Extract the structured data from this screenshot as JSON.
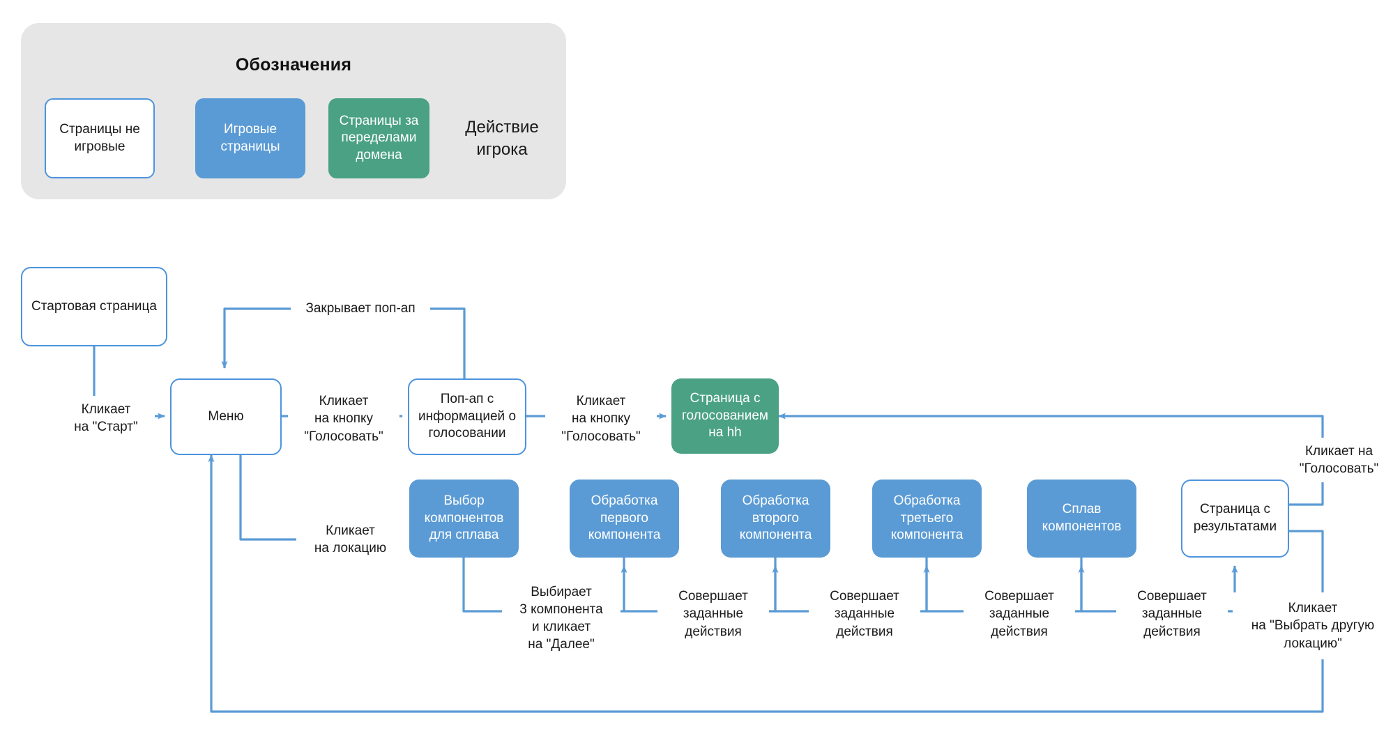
{
  "legend": {
    "title": "Обозначения",
    "items": [
      {
        "label": "Страницы не\nигровые",
        "style": "white"
      },
      {
        "label": "Игровые\nстраницы",
        "style": "blue"
      },
      {
        "label": "Страницы за\nпеределами\nдомена",
        "style": "green"
      },
      {
        "label": "Действие\nигрока",
        "style": "plain"
      }
    ]
  },
  "colors": {
    "blue_fill": "#5B9BD5",
    "blue_stroke": "#4D94DD",
    "green_fill": "#4AA183",
    "legend_bg": "#e6e6e6",
    "text": "#1a1a1a",
    "page_bg": "#ffffff"
  },
  "flow": {
    "nodes": [
      {
        "id": "start",
        "label": "Стартовая\nстраница",
        "style": "white"
      },
      {
        "id": "menu",
        "label": "Меню",
        "style": "white"
      },
      {
        "id": "popup",
        "label": "Поп-ап с\nинформацией о\nголосовании",
        "style": "white"
      },
      {
        "id": "hh",
        "label": "Страница с\nголосованием\nна hh",
        "style": "green"
      },
      {
        "id": "select",
        "label": "Выбор\nкомпонентов\nдля сплава",
        "style": "blue"
      },
      {
        "id": "comp1",
        "label": "Обработка\nпервого\nкомпонента",
        "style": "blue"
      },
      {
        "id": "comp2",
        "label": "Обработка\nвторого\nкомпонента",
        "style": "blue"
      },
      {
        "id": "comp3",
        "label": "Обработка\nтретьего\nкомпонента",
        "style": "blue"
      },
      {
        "id": "alloy",
        "label": "Сплав\nкомпонентов",
        "style": "blue"
      },
      {
        "id": "results",
        "label": "Страница с\nрезультатами",
        "style": "white"
      }
    ],
    "edge_labels": [
      {
        "id": "e-start-menu",
        "label": "Кликает\nна \"Старт\""
      },
      {
        "id": "e-menu-popup",
        "label": "Кликает\nна кнопку\n\"Голосовать\""
      },
      {
        "id": "e-popup-menu",
        "label": "Закрывает поп-ап"
      },
      {
        "id": "e-popup-hh",
        "label": "Кликает\nна кнопку\n\"Голосовать\""
      },
      {
        "id": "e-menu-select",
        "label": "Кликает\nна локацию"
      },
      {
        "id": "e-select-comp1",
        "label": "Выбирает\n3 компонента\nи кликает\nна \"Далее\""
      },
      {
        "id": "e-comp1-comp2",
        "label": "Совершает\nзаданные\nдействия"
      },
      {
        "id": "e-comp2-comp3",
        "label": "Совершает\nзаданные\nдействия"
      },
      {
        "id": "e-comp3-alloy",
        "label": "Совершает\nзаданные\nдействия"
      },
      {
        "id": "e-alloy-results",
        "label": "Совершает\nзаданные\nдействия"
      },
      {
        "id": "e-results-hh",
        "label": "Кликает на\n\"Голосовать\""
      },
      {
        "id": "e-results-menu",
        "label": "Кликает\nна \"Выбрать другую\nлокацию\""
      }
    ]
  }
}
